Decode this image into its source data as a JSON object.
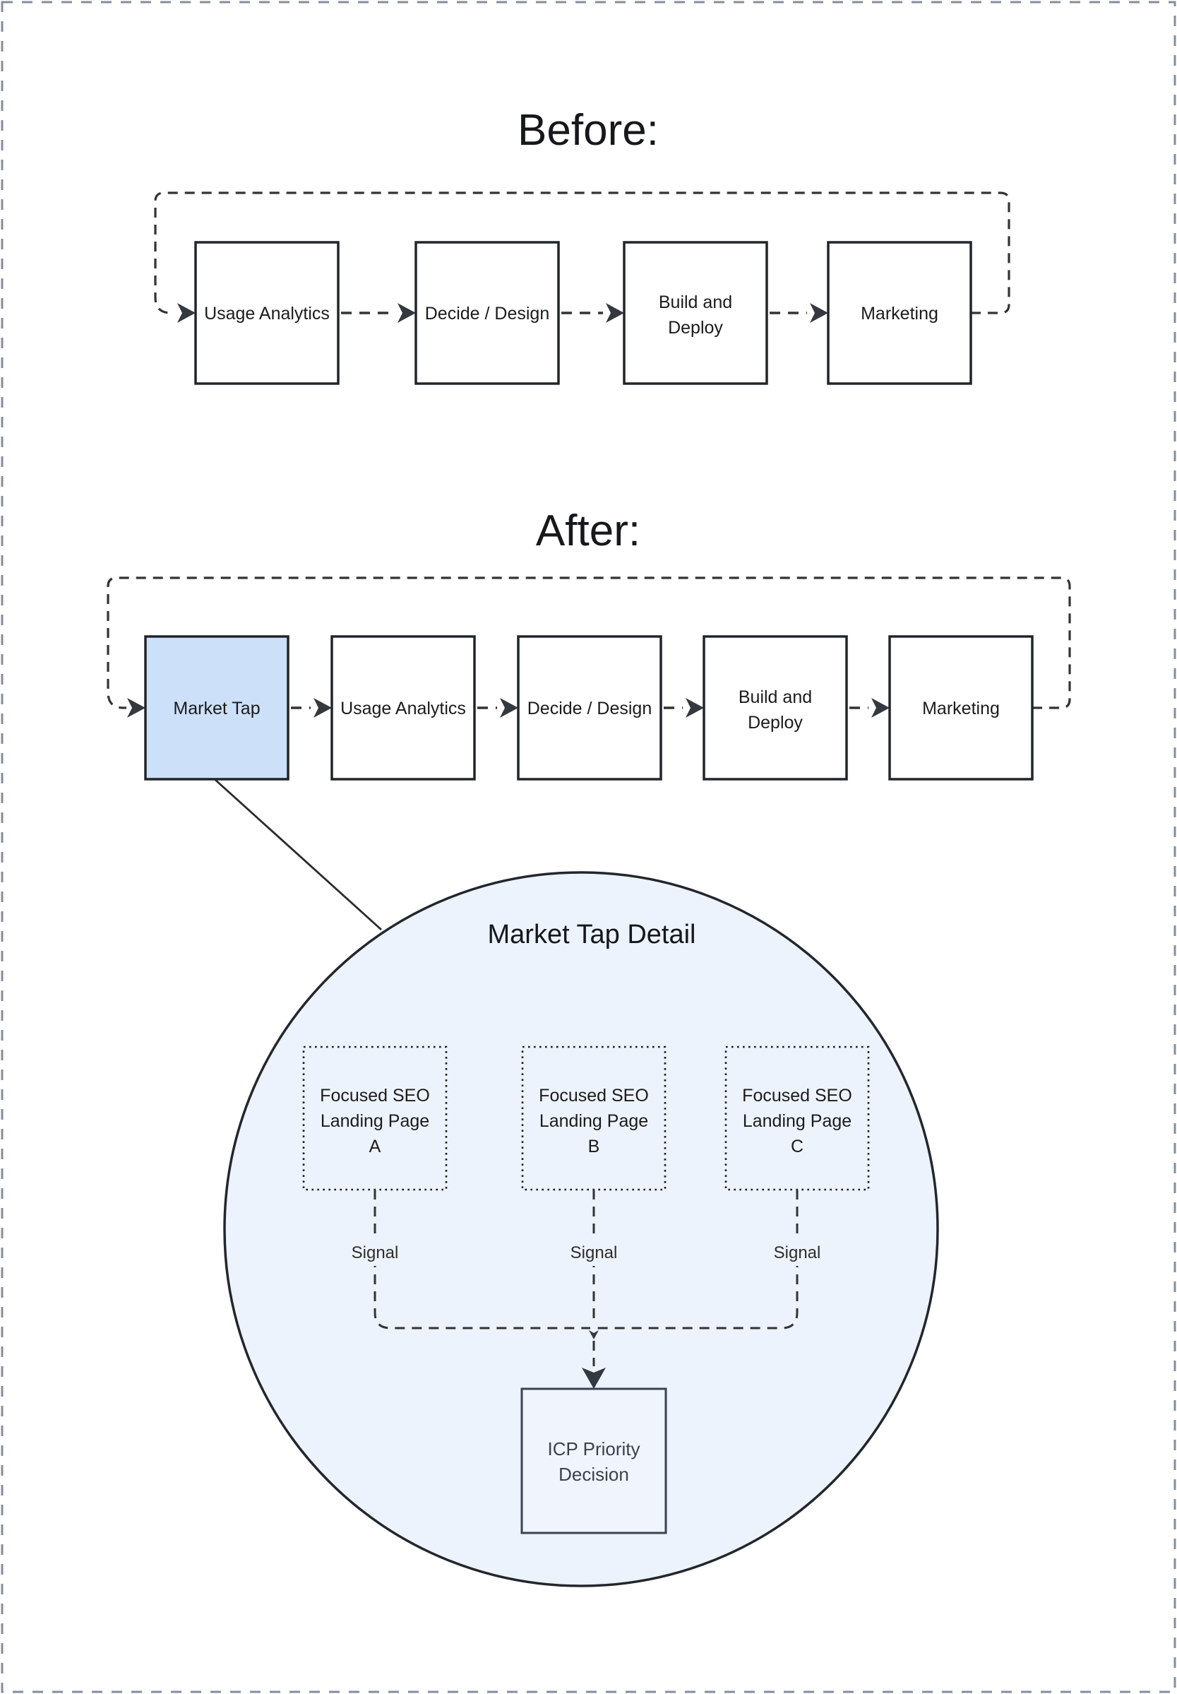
{
  "page": {
    "background": "#ffffff",
    "border_color": "#858d9a"
  },
  "colors": {
    "line": "#333333",
    "box_border": "#21252b",
    "box_fill": "#ffffff",
    "highlight_fill": "#cde0fa",
    "circle_fill": "#edf3fc",
    "decision_fill": "#f0f5fd",
    "decision_border": "#3b4250",
    "text": "#1b1b1b"
  },
  "before": {
    "title": "Before:",
    "boxes": [
      {
        "label": "Usage Analytics"
      },
      {
        "label": "Decide / Design"
      },
      {
        "label_line1": "Build and",
        "label_line2": "Deploy"
      },
      {
        "label": "Marketing"
      }
    ]
  },
  "after": {
    "title": "After:",
    "boxes": [
      {
        "label": "Market Tap",
        "highlighted": true
      },
      {
        "label": "Usage Analytics"
      },
      {
        "label": "Decide / Design"
      },
      {
        "label_line1": "Build and",
        "label_line2": "Deploy"
      },
      {
        "label": "Marketing"
      }
    ]
  },
  "detail": {
    "title": "Market Tap Detail",
    "landing_pages": [
      {
        "line1": "Focused SEO",
        "line2": "Landing Page",
        "line3": "A",
        "signal": "Signal"
      },
      {
        "line1": "Focused SEO",
        "line2": "Landing Page",
        "line3": "B",
        "signal": "Signal"
      },
      {
        "line1": "Focused SEO",
        "line2": "Landing Page",
        "line3": "C",
        "signal": "Signal"
      }
    ],
    "decision": {
      "line1": "ICP Priority",
      "line2": "Decision"
    }
  }
}
